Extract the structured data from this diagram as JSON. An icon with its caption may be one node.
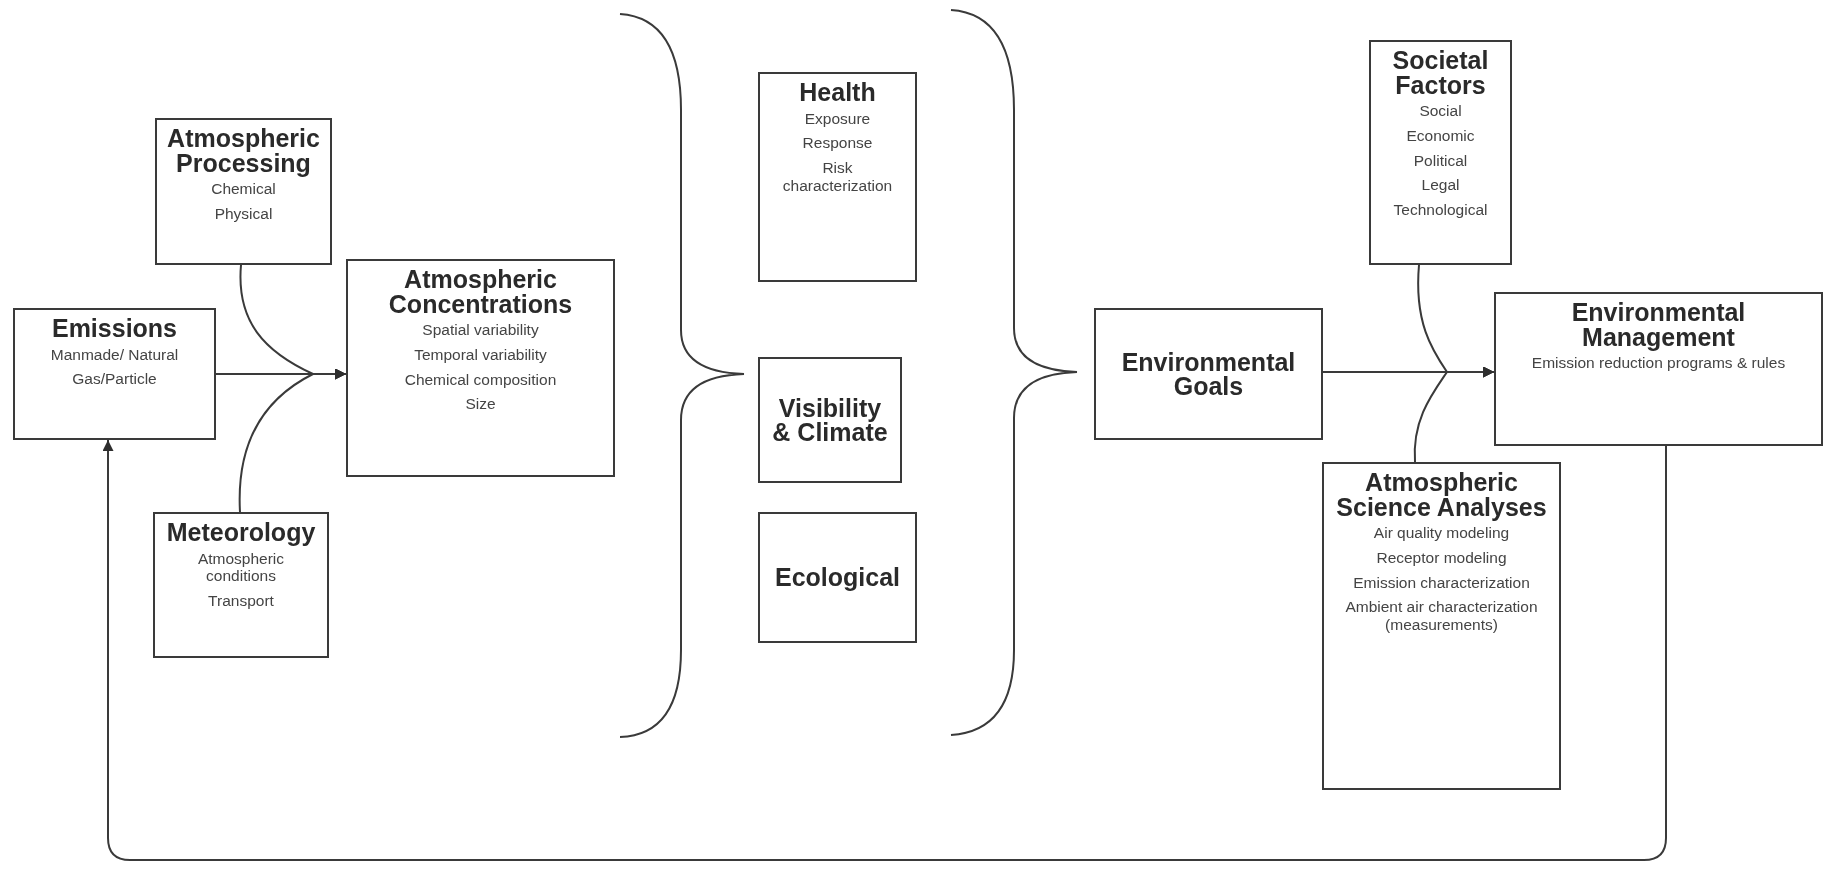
{
  "diagram": {
    "nodes": [
      {
        "text": [
          "Emissions",
          "Manmade/ Natural",
          "Gas/Particle"
        ]
      },
      {
        "text": [
          "Atmospheric Processing",
          "Chemical",
          "Physical"
        ]
      },
      {
        "text": [
          "Atmospheric Concentrations",
          "Spatial variability",
          "Temporal variability",
          "Chemical composition",
          "Size"
        ]
      },
      {
        "text": [
          "Meteorology",
          "Atmospheric conditions",
          "Transport"
        ]
      },
      {
        "text": [
          "Health",
          "Exposure",
          "Response",
          "Risk characterization"
        ]
      },
      {
        "text": [
          "Visibility & Climate"
        ]
      },
      {
        "text": [
          "Ecological"
        ]
      },
      {
        "text": [
          "Environmental Goals"
        ]
      },
      {
        "text": [
          "Societal Factors",
          "Social",
          "Economic",
          "Political",
          "Legal",
          "Technological"
        ]
      },
      {
        "text": [
          "Environmental Management",
          "Emission reduction programs & rules"
        ]
      },
      {
        "text": [
          "Atmospheric Science Analyses",
          "Air quality modeling",
          "Receptor modeling",
          "Emission characterization",
          "Ambient air characterization (measurements)"
        ]
      }
    ],
    "edges": [
      {
        "from": 0,
        "to": 2,
        "arrow": "to"
      },
      {
        "from": 1,
        "to": 2,
        "arrow": "to"
      },
      {
        "from": 3,
        "to": 2,
        "arrow": "to"
      },
      {
        "from": 7,
        "to": 9,
        "arrow": "to"
      },
      {
        "from": 8,
        "to": 9,
        "arrow": "to"
      },
      {
        "from": 10,
        "to": 9,
        "arrow": "to"
      },
      {
        "from": 9,
        "to": 0,
        "arrow": "to"
      }
    ]
  }
}
